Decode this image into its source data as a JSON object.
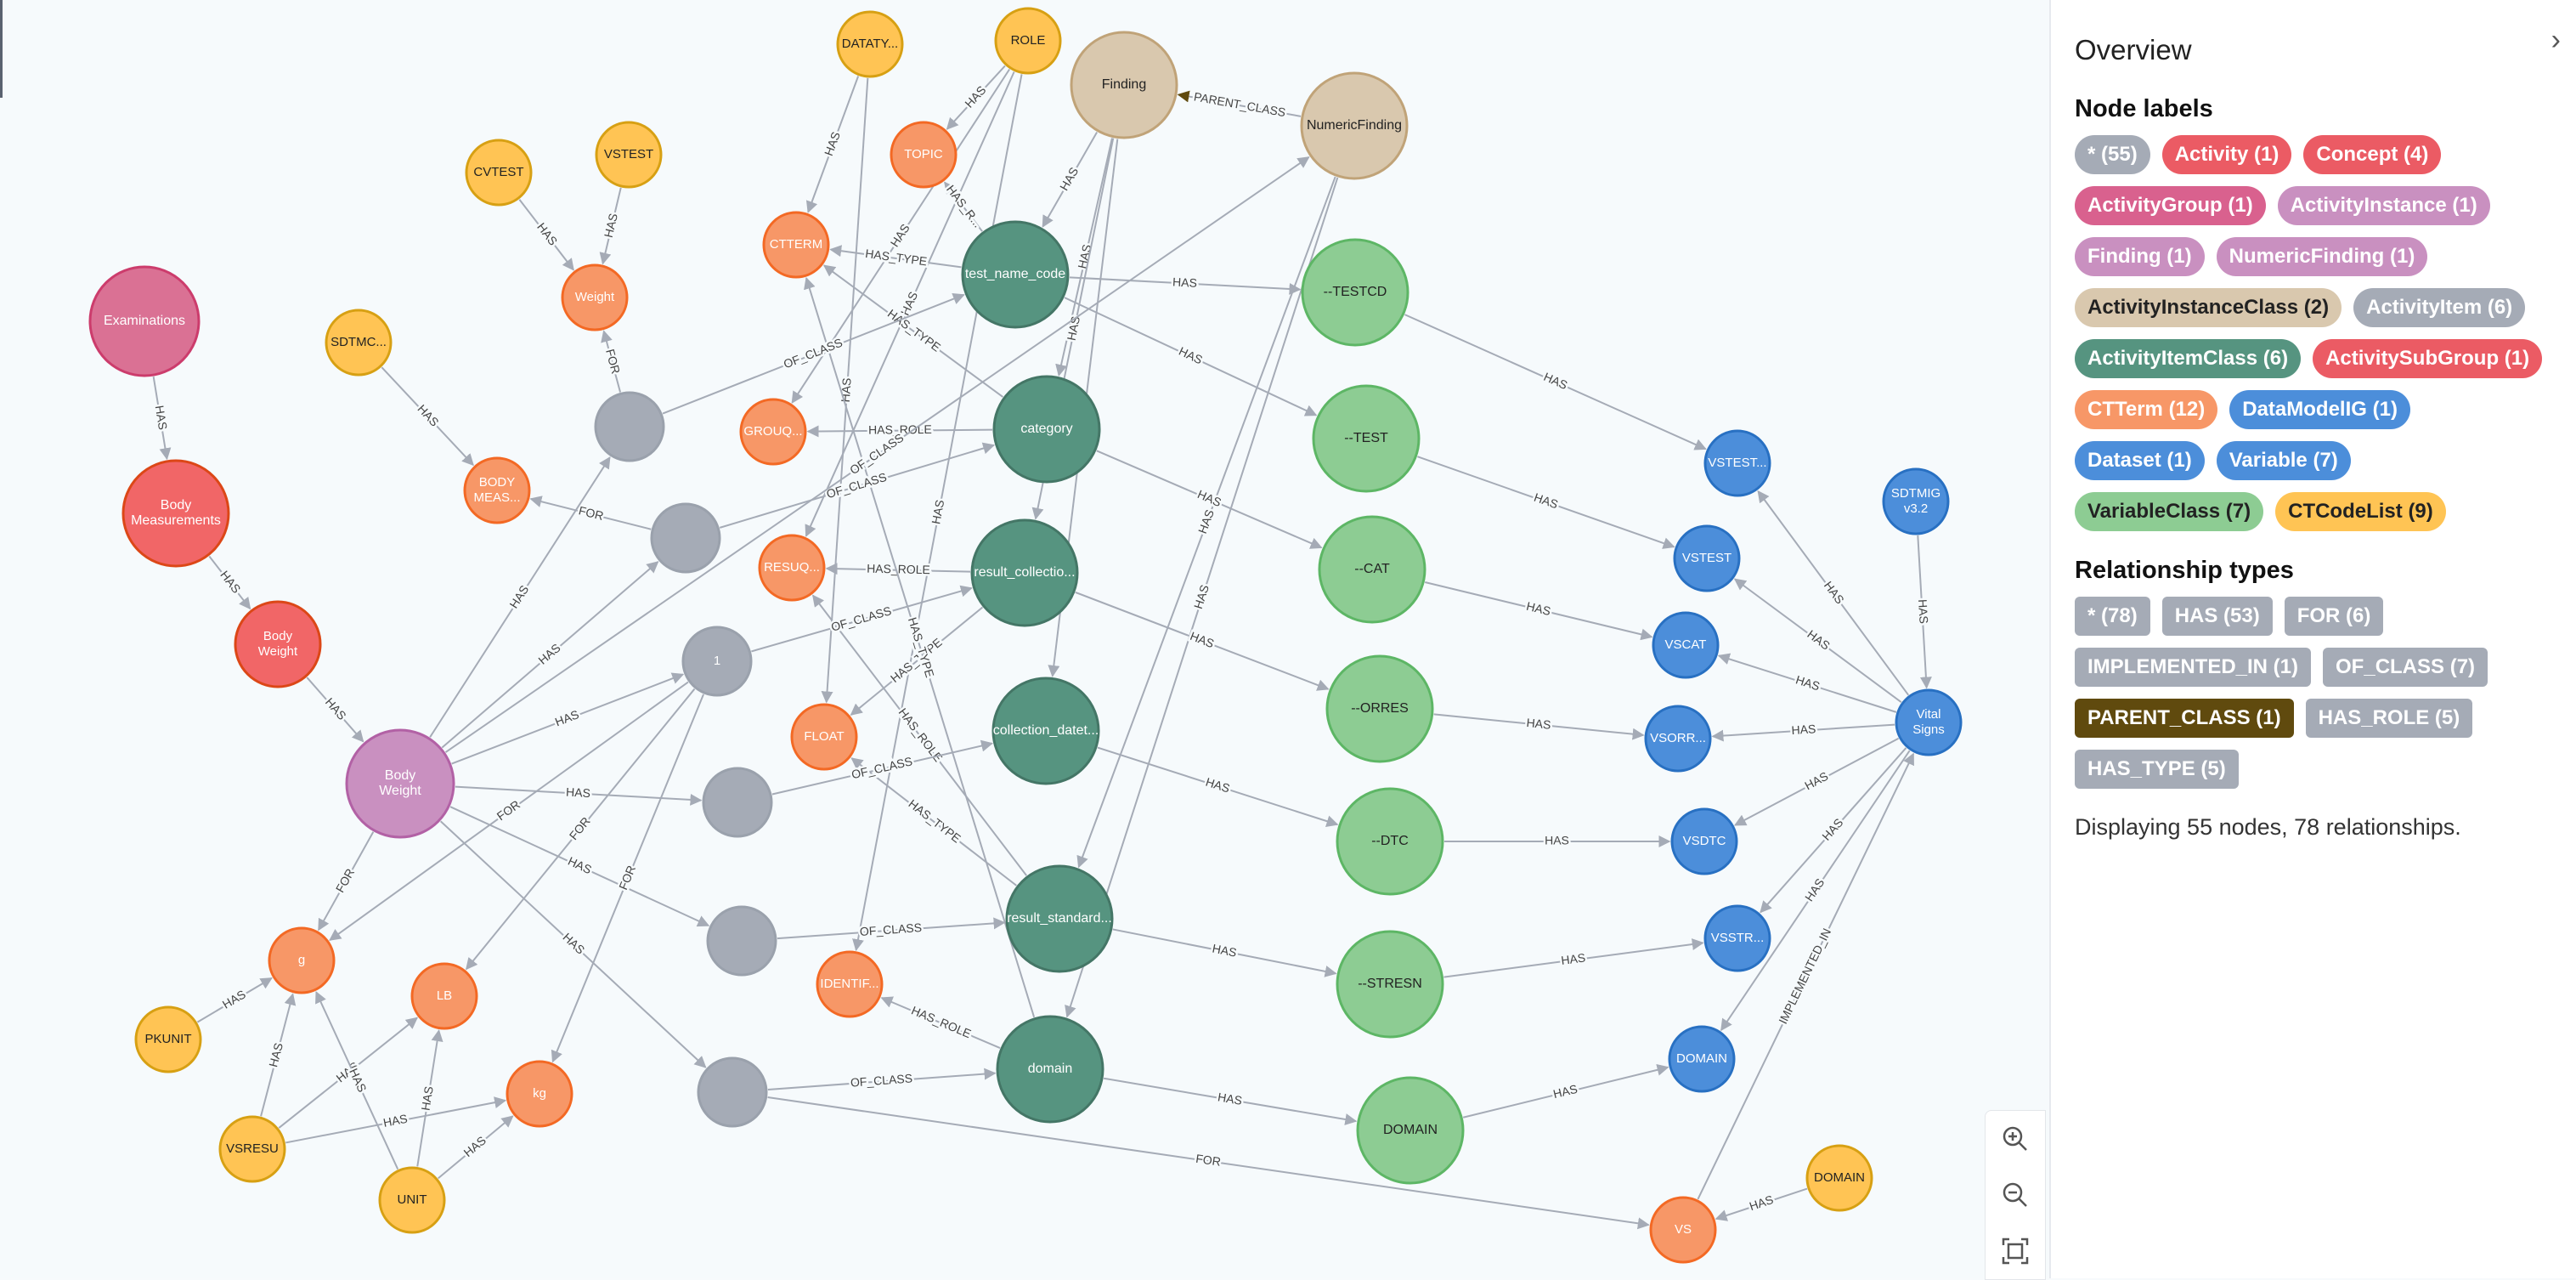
{
  "panel": {
    "title": "Overview",
    "collapse_icon": "chevron-right-icon",
    "node_labels_title": "Node labels",
    "node_labels": [
      {
        "text": "* (55)",
        "bg": "#a5abb6",
        "fg": "#ffffff"
      },
      {
        "text": "Activity (1)",
        "bg": "#eb5b64",
        "fg": "#ffffff"
      },
      {
        "text": "Concept (4)",
        "bg": "#eb5b64",
        "fg": "#ffffff"
      },
      {
        "text": "ActivityGroup (1)",
        "bg": "#d9618e",
        "fg": "#ffffff"
      },
      {
        "text": "ActivityInstance (1)",
        "bg": "#c990c0",
        "fg": "#ffffff"
      },
      {
        "text": "Finding (1)",
        "bg": "#c990c0",
        "fg": "#ffffff"
      },
      {
        "text": "NumericFinding (1)",
        "bg": "#c990c0",
        "fg": "#ffffff"
      },
      {
        "text": "ActivityInstanceClass (2)",
        "bg": "#d9c8ae",
        "fg": "#222222"
      },
      {
        "text": "ActivityItem (6)",
        "bg": "#a5abb6",
        "fg": "#ffffff"
      },
      {
        "text": "ActivityItemClass (6)",
        "bg": "#569480",
        "fg": "#ffffff"
      },
      {
        "text": "ActivitySubGroup (1)",
        "bg": "#eb5b64",
        "fg": "#ffffff"
      },
      {
        "text": "CTTerm (12)",
        "bg": "#f79767",
        "fg": "#ffffff"
      },
      {
        "text": "DataModelIG (1)",
        "bg": "#4c8eda",
        "fg": "#ffffff"
      },
      {
        "text": "Dataset (1)",
        "bg": "#4c8eda",
        "fg": "#ffffff"
      },
      {
        "text": "Variable (7)",
        "bg": "#4c8eda",
        "fg": "#ffffff"
      },
      {
        "text": "VariableClass (7)",
        "bg": "#8dcc93",
        "fg": "#222222"
      },
      {
        "text": "CTCodeList (9)",
        "bg": "#ffc454",
        "fg": "#222222"
      }
    ],
    "rel_types_title": "Relationship types",
    "rel_types": [
      {
        "text": "* (78)",
        "bg": "#a5abb6",
        "fg": "#ffffff"
      },
      {
        "text": "HAS (53)",
        "bg": "#a5abb6",
        "fg": "#ffffff"
      },
      {
        "text": "FOR (6)",
        "bg": "#a5abb6",
        "fg": "#ffffff"
      },
      {
        "text": "IMPLEMENTED_IN (1)",
        "bg": "#a5abb6",
        "fg": "#ffffff"
      },
      {
        "text": "OF_CLASS (7)",
        "bg": "#a5abb6",
        "fg": "#ffffff"
      },
      {
        "text": "PARENT_CLASS (1)",
        "bg": "#604a0e",
        "fg": "#ffffff"
      },
      {
        "text": "HAS_ROLE (5)",
        "bg": "#a5abb6",
        "fg": "#ffffff"
      },
      {
        "text": "HAS_TYPE (5)",
        "bg": "#a5abb6",
        "fg": "#ffffff"
      }
    ],
    "summary": "Displaying 55 nodes, 78 relationships."
  },
  "zoom": {
    "zoom_in_icon": "zoom-in-icon",
    "zoom_out_icon": "zoom-out-icon",
    "fit_icon": "fit-to-screen-icon"
  },
  "graph": {
    "styles": {
      "pink": {
        "fill": "#da7194",
        "stroke": "#cc3c6c",
        "text": "#ffffff"
      },
      "red": {
        "fill": "#f16667",
        "stroke": "#dc4717",
        "text": "#ffffff"
      },
      "purple": {
        "fill": "#c990c0",
        "stroke": "#b261a5",
        "text": "#ffffff"
      },
      "tan": {
        "fill": "#d9c8ae",
        "stroke": "#c0a378",
        "text": "#222222"
      },
      "gray": {
        "fill": "#a5abb6",
        "stroke": "#9aa1ac",
        "text": "#ffffff"
      },
      "dgreen": {
        "fill": "#569480",
        "stroke": "#447666",
        "text": "#ffffff"
      },
      "orange": {
        "fill": "#f79767",
        "stroke": "#f36924",
        "text": "#ffffff"
      },
      "blue": {
        "fill": "#4c8eda",
        "stroke": "#2870c2",
        "text": "#ffffff"
      },
      "lgreen": {
        "fill": "#8dcc93",
        "stroke": "#5db665",
        "text": "#222222"
      },
      "yellow": {
        "fill": "#ffc454",
        "stroke": "#d7a013",
        "text": "#222222"
      }
    },
    "nodes": [
      {
        "id": "examinations",
        "label": "Examinations",
        "style": "pink"
      },
      {
        "id": "bodymeas",
        "label": "Body Measurements",
        "style": "red"
      },
      {
        "id": "bodyweight_red",
        "label": "Body Weight",
        "style": "red"
      },
      {
        "id": "bodyweight_inst",
        "label": "Body Weight",
        "style": "purple"
      },
      {
        "id": "finding",
        "label": "Finding",
        "style": "tan"
      },
      {
        "id": "numericfinding",
        "label": "NumericFinding",
        "style": "tan"
      },
      {
        "id": "datatype",
        "label": "DATATY...",
        "style": "yellow"
      },
      {
        "id": "role",
        "label": "ROLE",
        "style": "yellow"
      },
      {
        "id": "cvtest",
        "label": "CVTEST",
        "style": "yellow"
      },
      {
        "id": "vstest_y",
        "label": "VSTEST",
        "style": "yellow"
      },
      {
        "id": "sdtmc",
        "label": "SDTMC...",
        "style": "yellow"
      },
      {
        "id": "pkunit",
        "label": "PKUNIT",
        "style": "yellow"
      },
      {
        "id": "vsresu",
        "label": "VSRESU",
        "style": "yellow"
      },
      {
        "id": "unit",
        "label": "UNIT",
        "style": "yellow"
      },
      {
        "id": "domain_y",
        "label": "DOMAIN",
        "style": "yellow"
      },
      {
        "id": "weight",
        "label": "Weight",
        "style": "orange"
      },
      {
        "id": "topic",
        "label": "TOPIC",
        "style": "orange"
      },
      {
        "id": "ctterm",
        "label": "CTTERM",
        "style": "orange"
      },
      {
        "id": "grouq",
        "label": "GROUQ...",
        "style": "orange"
      },
      {
        "id": "bodymeas_o",
        "label": "BODY MEAS...",
        "style": "orange"
      },
      {
        "id": "resuq",
        "label": "RESUQ...",
        "style": "orange"
      },
      {
        "id": "float",
        "label": "FLOAT",
        "style": "orange"
      },
      {
        "id": "g",
        "label": "g",
        "style": "orange"
      },
      {
        "id": "lb",
        "label": "LB",
        "style": "orange"
      },
      {
        "id": "kg",
        "label": "kg",
        "style": "orange"
      },
      {
        "id": "identif",
        "label": "IDENTIF...",
        "style": "orange"
      },
      {
        "id": "vs_o",
        "label": "VS",
        "style": "orange"
      },
      {
        "id": "ai1",
        "label": "",
        "style": "gray"
      },
      {
        "id": "ai2",
        "label": "",
        "style": "gray"
      },
      {
        "id": "ai3",
        "label": "1",
        "style": "gray"
      },
      {
        "id": "ai4",
        "label": "",
        "style": "gray"
      },
      {
        "id": "ai5",
        "label": "",
        "style": "gray"
      },
      {
        "id": "ai6",
        "label": "",
        "style": "gray"
      },
      {
        "id": "testnamecode",
        "label": "test_name_code",
        "style": "dgreen"
      },
      {
        "id": "category",
        "label": "category",
        "style": "dgreen"
      },
      {
        "id": "resultcoll",
        "label": "result_collectio...",
        "style": "dgreen"
      },
      {
        "id": "colldate",
        "label": "collection_datet...",
        "style": "dgreen"
      },
      {
        "id": "resultstd",
        "label": "result_standard...",
        "style": "dgreen"
      },
      {
        "id": "domain_dg",
        "label": "domain",
        "style": "dgreen"
      },
      {
        "id": "testcd",
        "label": "--TESTCD",
        "style": "lgreen"
      },
      {
        "id": "test",
        "label": "--TEST",
        "style": "lgreen"
      },
      {
        "id": "cat",
        "label": "--CAT",
        "style": "lgreen"
      },
      {
        "id": "orres",
        "label": "--ORRES",
        "style": "lgreen"
      },
      {
        "id": "dtc",
        "label": "--DTC",
        "style": "lgreen"
      },
      {
        "id": "stresn",
        "label": "--STRESN",
        "style": "lgreen"
      },
      {
        "id": "domain_lg",
        "label": "DOMAIN",
        "style": "lgreen"
      },
      {
        "id": "vstest_b",
        "label": "VSTEST...",
        "style": "blue"
      },
      {
        "id": "vstest_b2",
        "label": "VSTEST",
        "style": "blue"
      },
      {
        "id": "vscat",
        "label": "VSCAT",
        "style": "blue"
      },
      {
        "id": "vsorr",
        "label": "VSORR...",
        "style": "blue"
      },
      {
        "id": "vsdtc",
        "label": "VSDTC",
        "style": "blue"
      },
      {
        "id": "vsstr",
        "label": "VSSTR...",
        "style": "blue"
      },
      {
        "id": "domain_b",
        "label": "DOMAIN",
        "style": "blue"
      },
      {
        "id": "sdtmig",
        "label": "SDTMIG v3.2",
        "style": "blue"
      },
      {
        "id": "vitalsigns",
        "label": "Vital Signs",
        "style": "blue"
      }
    ],
    "edges": [
      {
        "s": "examinations",
        "t": "bodymeas",
        "label": "HAS"
      },
      {
        "s": "bodymeas",
        "t": "bodyweight_red",
        "label": "HAS"
      },
      {
        "s": "bodyweight_red",
        "t": "bodyweight_inst",
        "label": "HAS"
      },
      {
        "s": "numericfinding",
        "t": "finding",
        "label": "PARENT_CLASS",
        "dark": true
      },
      {
        "s": "cvtest",
        "t": "weight",
        "label": "HAS"
      },
      {
        "s": "vstest_y",
        "t": "weight",
        "label": "HAS"
      },
      {
        "s": "ai1",
        "t": "weight",
        "label": "FOR"
      },
      {
        "s": "sdtmc",
        "t": "bodymeas_o",
        "label": "HAS"
      },
      {
        "s": "ai2",
        "t": "bodymeas_o",
        "label": "FOR"
      },
      {
        "s": "role",
        "t": "topic",
        "label": "HAS"
      },
      {
        "s": "datatype",
        "t": "ctterm",
        "label": "HAS"
      },
      {
        "s": "role",
        "t": "grouq",
        "label": "HAS"
      },
      {
        "s": "role",
        "t": "resuq",
        "label": "HAS"
      },
      {
        "s": "datatype",
        "t": "float",
        "label": "HAS"
      },
      {
        "s": "role",
        "t": "identif",
        "label": "HAS"
      },
      {
        "s": "finding",
        "t": "testnamecode",
        "label": "HAS"
      },
      {
        "s": "finding",
        "t": "category",
        "label": "HAS"
      },
      {
        "s": "finding",
        "t": "resultcoll",
        "label": "HAS"
      },
      {
        "s": "finding",
        "t": "colldate",
        "label": "HAS"
      },
      {
        "s": "numericfinding",
        "t": "resultstd",
        "label": "HAS"
      },
      {
        "s": "numericfinding",
        "t": "domain_dg",
        "label": "HAS"
      },
      {
        "s": "testnamecode",
        "t": "ctterm",
        "label": "HAS_TYPE"
      },
      {
        "s": "testnamecode",
        "t": "topic",
        "label": "HAS_R..."
      },
      {
        "s": "category",
        "t": "ctterm",
        "label": "HAS_TYPE"
      },
      {
        "s": "category",
        "t": "grouq",
        "label": "HAS_ROLE"
      },
      {
        "s": "resultcoll",
        "t": "resuq",
        "label": "HAS_ROLE"
      },
      {
        "s": "resultcoll",
        "t": "float",
        "label": "HAS_TYPE"
      },
      {
        "s": "resultstd",
        "t": "float",
        "label": "HAS_TYPE"
      },
      {
        "s": "resultstd",
        "t": "resuq",
        "label": "HAS_ROLE"
      },
      {
        "s": "domain_dg",
        "t": "identif",
        "label": "HAS_ROLE"
      },
      {
        "s": "domain_dg",
        "t": "ctterm",
        "label": "HAS_TYPE"
      },
      {
        "s": "ai1",
        "t": "testnamecode",
        "label": "OF_CLASS"
      },
      {
        "s": "ai2",
        "t": "category",
        "label": "OF_CLASS"
      },
      {
        "s": "ai3",
        "t": "resultcoll",
        "label": "OF_CLASS"
      },
      {
        "s": "ai4",
        "t": "colldate",
        "label": "OF_CLASS"
      },
      {
        "s": "ai5",
        "t": "resultstd",
        "label": "OF_CLASS"
      },
      {
        "s": "ai6",
        "t": "domain_dg",
        "label": "OF_CLASS"
      },
      {
        "s": "bodyweight_inst",
        "t": "ai1",
        "label": "HAS"
      },
      {
        "s": "bodyweight_inst",
        "t": "ai2",
        "label": "HAS"
      },
      {
        "s": "bodyweight_inst",
        "t": "ai3",
        "label": "HAS"
      },
      {
        "s": "bodyweight_inst",
        "t": "ai4",
        "label": "HAS"
      },
      {
        "s": "bodyweight_inst",
        "t": "ai5",
        "label": "HAS"
      },
      {
        "s": "bodyweight_inst",
        "t": "ai6",
        "label": "HAS"
      },
      {
        "s": "bodyweight_inst",
        "t": "numericfinding",
        "label": "OF_CLASS"
      },
      {
        "s": "bodyweight_inst",
        "t": "g",
        "label": "FOR"
      },
      {
        "s": "ai3",
        "t": "g",
        "label": "FOR"
      },
      {
        "s": "ai3",
        "t": "lb",
        "label": "FOR"
      },
      {
        "s": "ai3",
        "t": "kg",
        "label": "FOR"
      },
      {
        "s": "ai6",
        "t": "vs_o",
        "label": "FOR"
      },
      {
        "s": "pkunit",
        "t": "g",
        "label": "HAS"
      },
      {
        "s": "vsresu",
        "t": "g",
        "label": "HAS"
      },
      {
        "s": "vsresu",
        "t": "lb",
        "label": "HAS"
      },
      {
        "s": "vsresu",
        "t": "kg",
        "label": "HAS"
      },
      {
        "s": "unit",
        "t": "g",
        "label": "HAS"
      },
      {
        "s": "unit",
        "t": "lb",
        "label": "HAS"
      },
      {
        "s": "unit",
        "t": "kg",
        "label": "HAS"
      },
      {
        "s": "testnamecode",
        "t": "testcd",
        "label": "HAS"
      },
      {
        "s": "testnamecode",
        "t": "test",
        "label": "HAS"
      },
      {
        "s": "category",
        "t": "cat",
        "label": "HAS"
      },
      {
        "s": "resultcoll",
        "t": "orres",
        "label": "HAS"
      },
      {
        "s": "colldate",
        "t": "dtc",
        "label": "HAS"
      },
      {
        "s": "resultstd",
        "t": "stresn",
        "label": "HAS"
      },
      {
        "s": "domain_dg",
        "t": "domain_lg",
        "label": "HAS"
      },
      {
        "s": "testcd",
        "t": "vstest_b",
        "label": "HAS"
      },
      {
        "s": "test",
        "t": "vstest_b2",
        "label": "HAS"
      },
      {
        "s": "cat",
        "t": "vscat",
        "label": "HAS"
      },
      {
        "s": "orres",
        "t": "vsorr",
        "label": "HAS"
      },
      {
        "s": "dtc",
        "t": "vsdtc",
        "label": "HAS"
      },
      {
        "s": "stresn",
        "t": "vsstr",
        "label": "HAS"
      },
      {
        "s": "domain_lg",
        "t": "domain_b",
        "label": "HAS"
      },
      {
        "s": "vitalsigns",
        "t": "vstest_b",
        "label": "HAS"
      },
      {
        "s": "vitalsigns",
        "t": "vstest_b2",
        "label": "HAS"
      },
      {
        "s": "vitalsigns",
        "t": "vscat",
        "label": "HAS"
      },
      {
        "s": "vitalsigns",
        "t": "vsorr",
        "label": "HAS"
      },
      {
        "s": "vitalsigns",
        "t": "vsdtc",
        "label": "HAS"
      },
      {
        "s": "vitalsigns",
        "t": "vsstr",
        "label": "HAS"
      },
      {
        "s": "vitalsigns",
        "t": "domain_b",
        "label": "HAS"
      },
      {
        "s": "sdtmig",
        "t": "vitalsigns",
        "label": "HAS"
      },
      {
        "s": "vs_o",
        "t": "vitalsigns",
        "label": "IMPLEMENTED_IN"
      },
      {
        "s": "domain_y",
        "t": "vs_o",
        "label": "HAS"
      }
    ]
  }
}
